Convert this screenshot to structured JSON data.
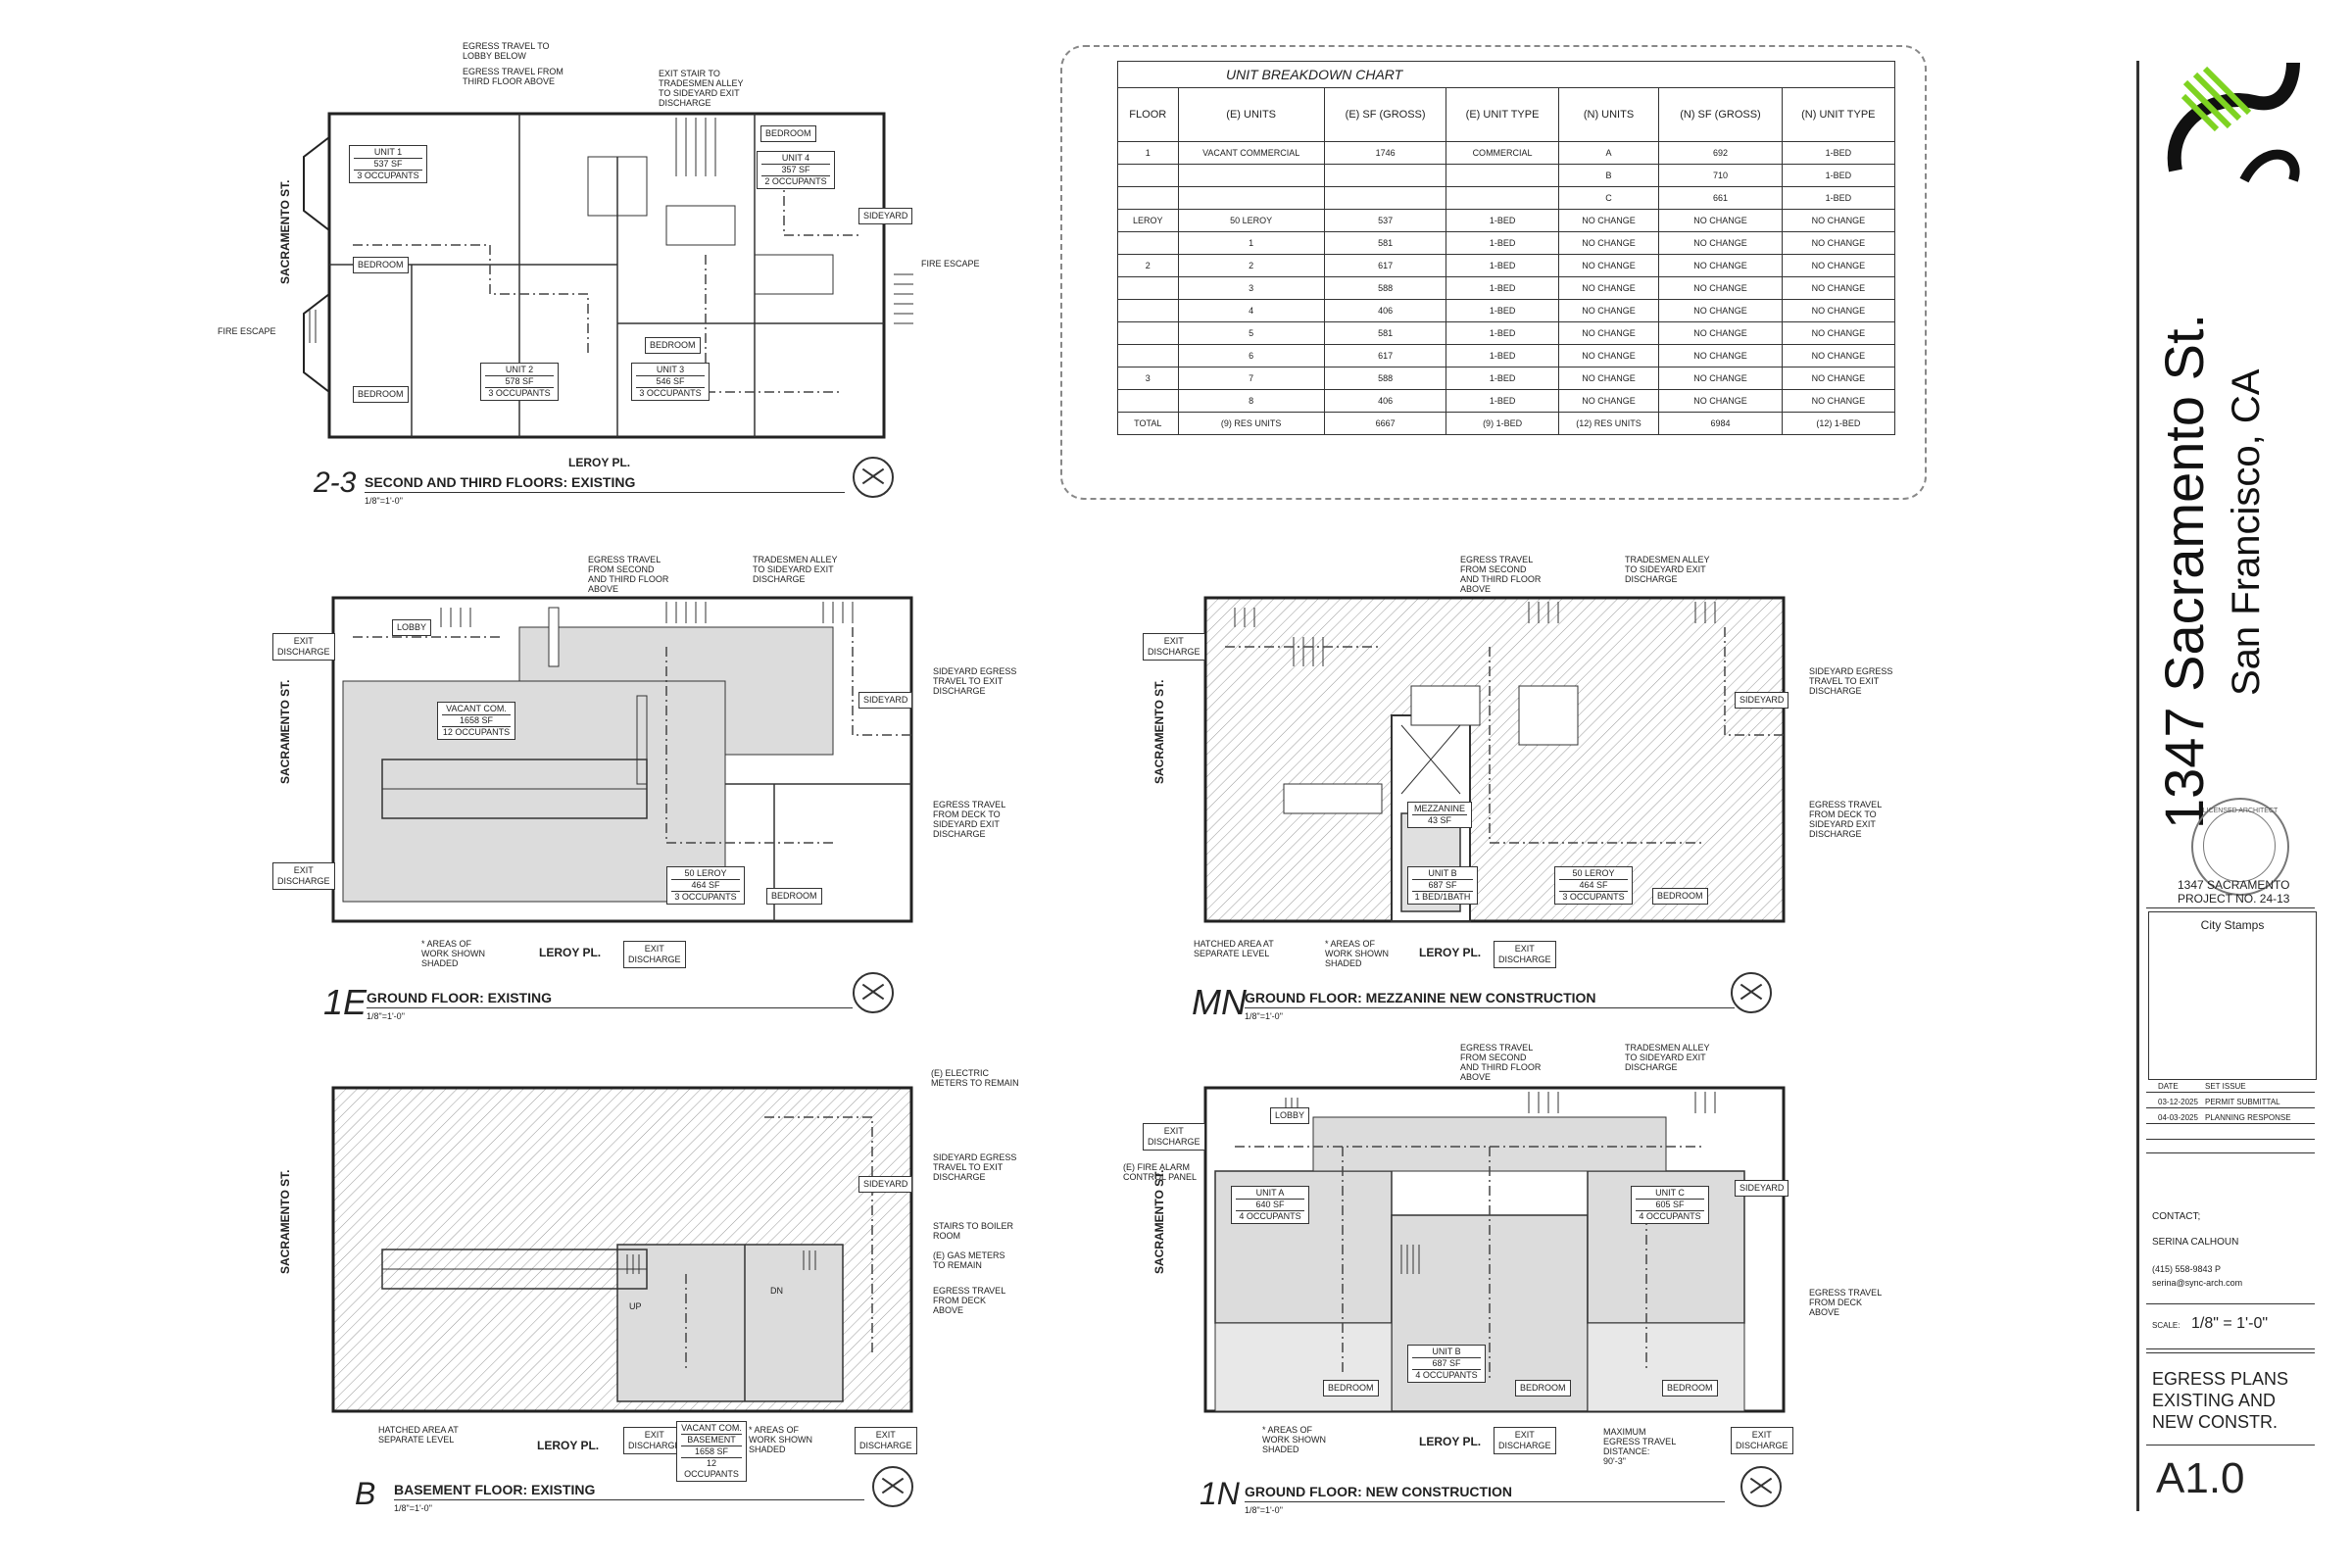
{
  "project": {
    "address_line1": "1347 Sacramento St.",
    "address_line2": "San Francisco, CA",
    "stamp_text": "LICENSED ARCHITECT",
    "project_name": "1347 SACRAMENTO",
    "project_no": "PROJECT NO. 24-13",
    "city_stamps": "City Stamps",
    "date_header": "DATE",
    "set_header": "SET ISSUE",
    "issues": [
      {
        "date": "03-12-2025",
        "set": "PERMIT SUBMITTAL"
      },
      {
        "date": "04-03-2025",
        "set": "PLANNING RESPONSE"
      }
    ],
    "contact_label": "CONTACT;",
    "contact_name": "SERINA CALHOUN",
    "contact_phone": "(415) 558-9843  P",
    "contact_email": "serina@sync-arch.com",
    "scale_label": "SCALE:",
    "scale_value": "1/8\" = 1'-0\"",
    "sheet_title": "EGRESS PLANS\nEXISTING AND\nNEW CONSTR.",
    "sheet_number": "A1.0"
  },
  "chart": {
    "title": "UNIT BREAKDOWN CHART",
    "headers": [
      "FLOOR",
      "(E) UNITS",
      "(E) SF (GROSS)",
      "(E) UNIT TYPE",
      "(N) UNITS",
      "(N) SF (GROSS)",
      "(N) UNIT TYPE"
    ],
    "rows": [
      {
        "floor": "1",
        "e_units": "VACANT COMMERCIAL",
        "e_sf": "1746",
        "e_type": "COMMERCIAL",
        "n_units": "A",
        "n_sf": "692",
        "n_type": "1-BED"
      },
      {
        "floor": "",
        "e_units": "",
        "e_sf": "",
        "e_type": "",
        "n_units": "B",
        "n_sf": "710",
        "n_type": "1-BED"
      },
      {
        "floor": "",
        "e_units": "",
        "e_sf": "",
        "e_type": "",
        "n_units": "C",
        "n_sf": "661",
        "n_type": "1-BED"
      },
      {
        "floor": "LEROY",
        "e_units": "50 LEROY",
        "e_sf": "537",
        "e_type": "1-BED",
        "n_units": "NO CHANGE",
        "n_sf": "NO CHANGE",
        "n_type": "NO CHANGE"
      },
      {
        "floor": "",
        "e_units": "1",
        "e_sf": "581",
        "e_type": "1-BED",
        "n_units": "NO CHANGE",
        "n_sf": "NO CHANGE",
        "n_type": "NO CHANGE"
      },
      {
        "floor": "2",
        "e_units": "2",
        "e_sf": "617",
        "e_type": "1-BED",
        "n_units": "NO CHANGE",
        "n_sf": "NO CHANGE",
        "n_type": "NO CHANGE"
      },
      {
        "floor": "",
        "e_units": "3",
        "e_sf": "588",
        "e_type": "1-BED",
        "n_units": "NO CHANGE",
        "n_sf": "NO CHANGE",
        "n_type": "NO CHANGE"
      },
      {
        "floor": "",
        "e_units": "4",
        "e_sf": "406",
        "e_type": "1-BED",
        "n_units": "NO CHANGE",
        "n_sf": "NO CHANGE",
        "n_type": "NO CHANGE"
      },
      {
        "floor": "",
        "e_units": "5",
        "e_sf": "581",
        "e_type": "1-BED",
        "n_units": "NO CHANGE",
        "n_sf": "NO CHANGE",
        "n_type": "NO CHANGE"
      },
      {
        "floor": "",
        "e_units": "6",
        "e_sf": "617",
        "e_type": "1-BED",
        "n_units": "NO CHANGE",
        "n_sf": "NO CHANGE",
        "n_type": "NO CHANGE"
      },
      {
        "floor": "3",
        "e_units": "7",
        "e_sf": "588",
        "e_type": "1-BED",
        "n_units": "NO CHANGE",
        "n_sf": "NO CHANGE",
        "n_type": "NO CHANGE"
      },
      {
        "floor": "",
        "e_units": "8",
        "e_sf": "406",
        "e_type": "1-BED",
        "n_units": "NO CHANGE",
        "n_sf": "NO CHANGE",
        "n_type": "NO CHANGE"
      }
    ],
    "total": {
      "floor": "TOTAL",
      "e_units": "(9) RES UNITS",
      "e_sf": "6667",
      "e_type": "(9) 1-BED",
      "n_units": "(12) RES UNITS",
      "n_sf": "6984",
      "n_type": "(12) 1-BED"
    }
  },
  "plans": {
    "p23": {
      "code": "2-3",
      "name": "SECOND AND THIRD FLOORS: EXISTING",
      "scale": "1/8\"=1'-0\"",
      "street_side": "SACRAMENTO ST.",
      "street_bottom": "LEROY PL.",
      "fire_escape_left": "FIRE ESCAPE",
      "fire_escape_right": "FIRE ESCAPE",
      "sideyard": "SIDEYARD",
      "note1": "EGRESS TRAVEL TO\nLOBBY BELOW",
      "note2": "EGRESS TRAVEL FROM\nTHIRD FLOOR ABOVE",
      "note3": "EXIT STAIR TO\nTRADESMEN ALLEY\nTO SIDEYARD EXIT\nDISCHARGE",
      "bedroom": "BEDROOM",
      "unit1": [
        "UNIT 1",
        "537 SF",
        "3 OCCUPANTS"
      ],
      "unit2": [
        "UNIT 2",
        "578 SF",
        "3 OCCUPANTS"
      ],
      "unit3": [
        "UNIT 3",
        "546 SF",
        "3 OCCUPANTS"
      ],
      "unit4": [
        "UNIT 4",
        "357 SF",
        "2 OCCUPANTS"
      ]
    },
    "p1e": {
      "code": "1E",
      "name": "GROUND FLOOR: EXISTING",
      "scale": "1/8\"=1'-0\"",
      "street_side": "SACRAMENTO ST.",
      "street_bottom": "LEROY PL.",
      "lobby": "LOBBY",
      "exit": "EXIT\nDISCHARGE",
      "sideyard": "SIDEYARD",
      "note1": "EGRESS TRAVEL\nFROM SECOND\nAND THIRD FLOOR\nABOVE",
      "note2": "TRADESMEN ALLEY\nTO SIDEYARD EXIT\nDISCHARGE",
      "note3": "SIDEYARD EGRESS\nTRAVEL TO EXIT\nDISCHARGE",
      "note4": "EGRESS TRAVEL\nFROM DECK TO\nSIDEYARD EXIT\nDISCHARGE",
      "note5": "* AREAS OF\nWORK SHOWN\nSHADED",
      "vacant": [
        "VACANT COM.",
        "1658 SF",
        "12 OCCUPANTS"
      ],
      "leroy": [
        "50 LEROY",
        "464 SF",
        "3 OCCUPANTS"
      ],
      "bedroom": "BEDROOM"
    },
    "pmn": {
      "code": "MN",
      "name": "GROUND FLOOR: MEZZANINE NEW CONSTRUCTION",
      "scale": "1/8\"=1'-0\"",
      "street_side": "SACRAMENTO ST.",
      "street_bottom": "LEROY PL.",
      "exit": "EXIT\nDISCHARGE",
      "sideyard": "SIDEYARD",
      "note1": "EGRESS TRAVEL\nFROM SECOND\nAND THIRD FLOOR\nABOVE",
      "note2": "TRADESMEN ALLEY\nTO SIDEYARD EXIT\nDISCHARGE",
      "note3": "SIDEYARD EGRESS\nTRAVEL TO EXIT\nDISCHARGE",
      "note4": "EGRESS TRAVEL\nFROM DECK TO\nSIDEYARD EXIT\nDISCHARGE",
      "note5": "HATCHED AREA AT\nSEPARATE LEVEL",
      "note6": "* AREAS OF\nWORK SHOWN\nSHADED",
      "mezz": [
        "MEZZANINE",
        "43 SF"
      ],
      "unitb": [
        "UNIT B",
        "687 SF",
        "1 BED/1BATH"
      ],
      "leroy": [
        "50 LEROY",
        "464 SF",
        "3 OCCUPANTS"
      ],
      "bedroom": "BEDROOM"
    },
    "pb": {
      "code": "B",
      "name": "BASEMENT FLOOR: EXISTING",
      "scale": "1/8\"=1'-0\"",
      "street_side": "SACRAMENTO ST.",
      "street_bottom": "LEROY PL.",
      "exit": "EXIT\nDISCHARGE",
      "sideyard": "SIDEYARD",
      "note1": "(E) ELECTRIC\nMETERS TO REMAIN",
      "note2": "SIDEYARD EGRESS\nTRAVEL TO EXIT\nDISCHARGE",
      "note3": "STAIRS TO BOILER\nROOM",
      "note4": "(E) GAS METERS\nTO REMAIN",
      "note5": "EGRESS TRAVEL\nFROM DECK\nABOVE",
      "note6": "HATCHED AREA AT\nSEPARATE LEVEL",
      "note7": "* AREAS OF\nWORK SHOWN\nSHADED",
      "vacant": [
        "VACANT COM.",
        "BASEMENT",
        "1658 SF",
        "12 OCCUPANTS"
      ],
      "up": "UP",
      "dn": "DN"
    },
    "p1n": {
      "code": "1N",
      "name": "GROUND FLOOR: NEW CONSTRUCTION",
      "scale": "1/8\"=1'-0\"",
      "street_side": "SACRAMENTO ST.",
      "street_bottom": "LEROY PL.",
      "lobby": "LOBBY",
      "exit": "EXIT\nDISCHARGE",
      "sideyard": "SIDEYARD",
      "note1": "EGRESS TRAVEL\nFROM SECOND\nAND THIRD FLOOR\nABOVE",
      "note2": "TRADESMEN ALLEY\nTO SIDEYARD EXIT\nDISCHARGE",
      "note3": "(E) FIRE ALARM\nCONTROL PANEL",
      "note4": "EGRESS TRAVEL\nFROM DECK\nABOVE",
      "note5": "* AREAS OF\nWORK SHOWN\nSHADED",
      "note6": "MAXIMUM\nEGRESS TRAVEL\nDISTANCE:\n90'-3\"",
      "unita": [
        "UNIT A",
        "640 SF",
        "4 OCCUPANTS"
      ],
      "unitb": [
        "UNIT B",
        "687 SF",
        "4 OCCUPANTS"
      ],
      "unitc": [
        "UNIT C",
        "605 SF",
        "4 OCCUPANTS"
      ],
      "bedroom": "BEDROOM"
    }
  }
}
